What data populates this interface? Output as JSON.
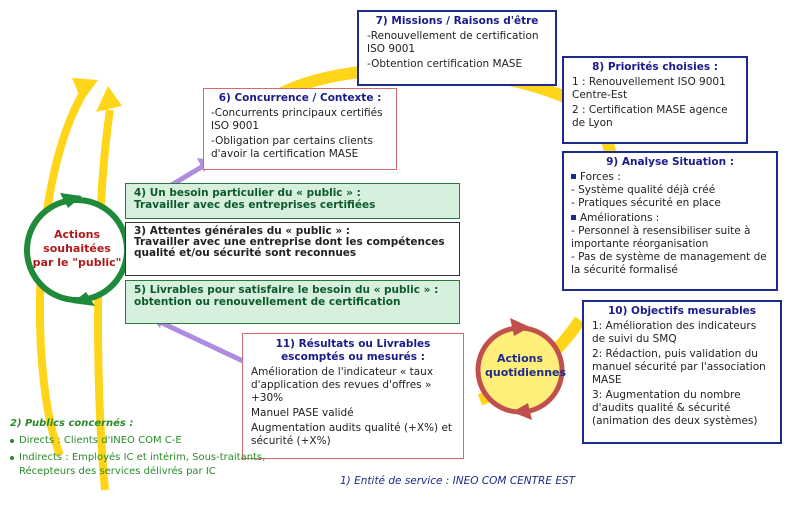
{
  "missions": {
    "title": "7) Missions / Raisons d'être",
    "lines": [
      "-Renouvellement de certification ISO 9001",
      "-Obtention certification MASE"
    ]
  },
  "priorites": {
    "title": "8) Priorités choisies :",
    "lines": [
      "1 : Renouvellement ISO 9001 Centre-Est",
      "2 : Certification MASE agence de Lyon"
    ]
  },
  "concurrence": {
    "title": "6) Concurrence / Contexte :",
    "lines": [
      "-Concurrents principaux certifiés ISO 9001",
      "-Obligation par certains clients d'avoir la certification MASE"
    ]
  },
  "analyse": {
    "title": "9) Analyse Situation :",
    "forces_label": "Forces :",
    "forces": [
      "- Système qualité déjà créé",
      "- Pratiques sécurité en place"
    ],
    "amelio_label": "Améliorations :",
    "amelio": [
      "- Personnel à resensibiliser suite à importante réorganisation",
      "- Pas de système de management de la sécurité formalisé"
    ]
  },
  "besoin": {
    "line1": "4) Un besoin particulier du « public » :",
    "line2": "Travailler avec des entreprises certifiées"
  },
  "attentes": {
    "line1": "3) Attentes générales du « public » :",
    "line2": "Travailler avec une entreprise dont les compétences qualité et/ou sécurité sont reconnues"
  },
  "livrables": {
    "text": "5) Livrables pour satisfaire le besoin du « public » : obtention ou renouvellement de certification"
  },
  "objectifs": {
    "title": "10) Objectifs mesurables",
    "lines": [
      "1: Amélioration des indicateurs de suivi du SMQ",
      "2: Rédaction, puis validation du manuel sécurité par l'association MASE",
      "3: Augmentation du nombre d'audits qualité & sécurité (animation des deux systèmes)"
    ]
  },
  "resultats": {
    "title": "11) Résultats ou Livrables escomptés ou mesurés :",
    "lines": [
      "Amélioration de l'indicateur « taux d'application des revues d'offres » +30%",
      "Manuel PASE validé",
      "Augmentation audits qualité (+X%) et sécurité (+X%)"
    ]
  },
  "actions_souhaitees": "Actions souhaitées par le \"public\"",
  "actions_quotidiennes": "Actions quotidiennes",
  "publics": {
    "title": "2) Publics concernés :",
    "items": [
      "Directs : Clients d'INEO COM C-E",
      "Indirects : Employés IC et intérim, Sous-traitants, Récepteurs des services délivrés par IC"
    ]
  },
  "entite": "1) Entité de service : INEO COM CENTRE EST",
  "colors": {
    "yellow": "#ffd51a",
    "green": "#1e8a3a",
    "red": "#c0504d",
    "blue": "#1e2a8c",
    "purple": "#b08ce0"
  }
}
